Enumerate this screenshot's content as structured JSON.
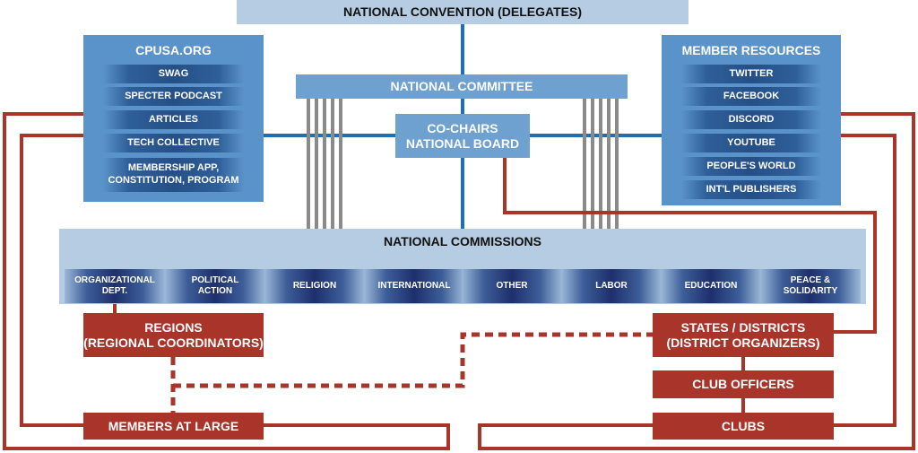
{
  "convention": "NATIONAL CONVENTION (DELEGATES)",
  "national_committee": "NATIONAL COMMITTEE",
  "co_chairs": "CO-CHAIRS\nNATIONAL BOARD",
  "cpusa": {
    "title": "CPUSA.ORG",
    "items": [
      "SWAG",
      "SPECTER PODCAST",
      "ARTICLES",
      "TECH COLLECTIVE",
      "MEMBERSHIP APP,\nCONSTITUTION, PROGRAM"
    ]
  },
  "member_resources": {
    "title": "MEMBER RESOURCES",
    "items": [
      "TWITTER",
      "FACEBOOK",
      "DISCORD",
      "YOUTUBE",
      "PEOPLE'S WORLD",
      "INT'L PUBLISHERS"
    ]
  },
  "commissions": {
    "title": "NATIONAL COMMISSIONS",
    "items": [
      "ORGANIZATIONAL\nDEPT.",
      "POLITICAL\nACTION",
      "RELIGION",
      "INTERNATIONAL",
      "OTHER",
      "LABOR",
      "EDUCATION",
      "PEACE &\nSOLIDARITY"
    ]
  },
  "regions": "REGIONS\n(REGIONAL COORDINATORS)",
  "states": "STATES / DISTRICTS\n(DISTRICT ORGANIZERS)",
  "club_officers": "CLUB OFFICERS",
  "members_at_large": "MEMBERS AT LARGE",
  "clubs": "CLUBS",
  "colors": {
    "blue_line": "#1f6fb2",
    "red": "#a8342a",
    "gray_line": "#8a8a8a"
  }
}
